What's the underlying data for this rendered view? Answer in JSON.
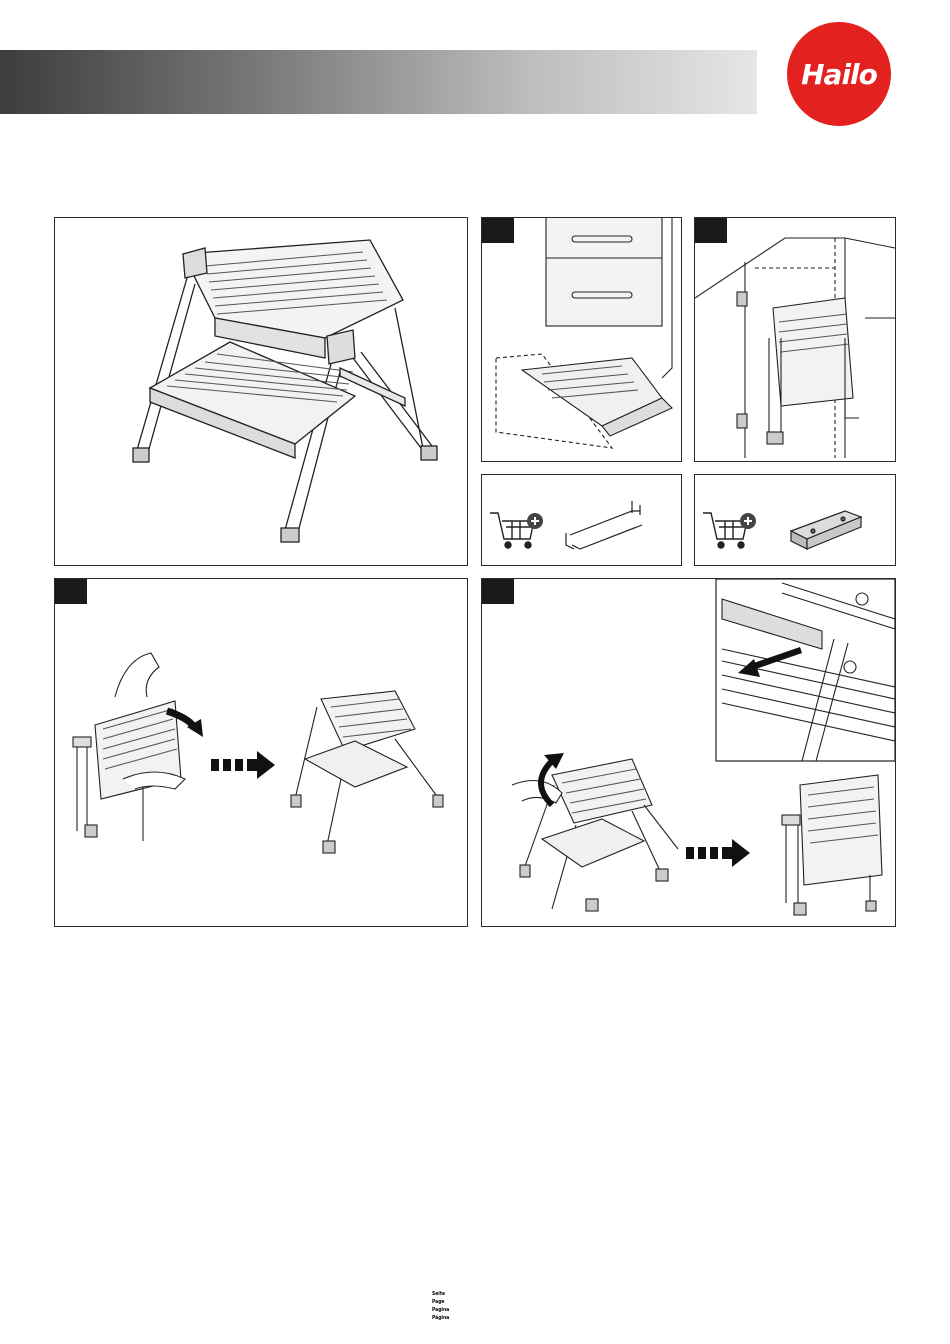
{
  "brand": {
    "logo_text": "Hailo",
    "logo_color": "#e3211f"
  },
  "header": {
    "bar_gradient": [
      "#3d3d3d",
      "#e6e6e6"
    ]
  },
  "panels": {
    "main": {
      "name": "two-step folding ladder overview"
    },
    "drawer": {
      "name": "plinth drawer installation"
    },
    "cabinet": {
      "name": "cabinet door mounting"
    },
    "accessory_1": {
      "name": "optional wire holder"
    },
    "accessory_2": {
      "name": "optional mounting bracket"
    },
    "unfold": {
      "name": "unfold ladder"
    },
    "fold": {
      "name": "fold ladder"
    }
  },
  "icons": [
    "cart-plus-icon",
    "arrow-right-dashed-icon",
    "rotate-arrow-icon",
    "pull-arrow-icon"
  ],
  "footer": {
    "labels": [
      "Seite",
      "Page",
      "Pagina",
      "Página"
    ]
  }
}
